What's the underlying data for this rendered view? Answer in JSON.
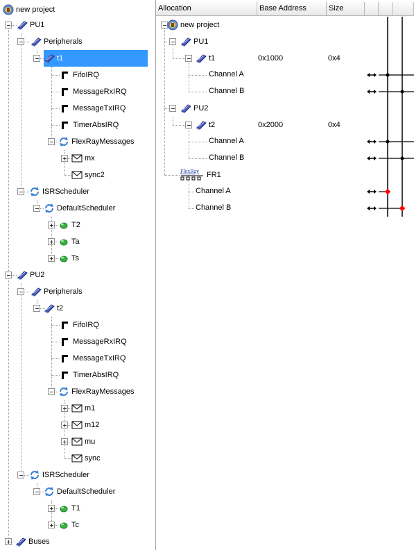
{
  "tree": {
    "root_label": "new project",
    "pu1": {
      "label": "PU1",
      "peripherals": "Peripherals",
      "t1": "t1",
      "irqs": [
        "FifoIRQ",
        "MessageRxIRQ",
        "MessageTxIRQ",
        "TimerAbsIRQ"
      ],
      "flexray": "FlexRayMessages",
      "messages": [
        "mx",
        "sync2"
      ],
      "isr": "ISRScheduler",
      "default_sched": "DefaultScheduler",
      "tasks": [
        "T2",
        "Ta",
        "Ts"
      ]
    },
    "pu2": {
      "label": "PU2",
      "peripherals": "Peripherals",
      "t2": "t2",
      "irqs": [
        "FifoIRQ",
        "MessageRxIRQ",
        "MessageTxIRQ",
        "TimerAbsIRQ"
      ],
      "flexray": "FlexRayMessages",
      "messages": [
        "m1",
        "m12",
        "mu",
        "sync"
      ],
      "isr": "ISRScheduler",
      "default_sched": "DefaultScheduler",
      "tasks": [
        "T1",
        "Tc"
      ]
    },
    "buses": "Buses"
  },
  "alloc": {
    "headers": {
      "allocation": "Allocation",
      "base_address": "Base Address",
      "size": "Size"
    },
    "root_label": "new project",
    "pu1": {
      "label": "PU1",
      "t1": "t1",
      "t1_base": "0x1000",
      "t1_size": "0x4",
      "ch_a": "Channel A",
      "ch_b": "Channel B"
    },
    "pu2": {
      "label": "PU2",
      "t2": "t2",
      "t2_base": "0x2000",
      "t2_size": "0x4",
      "ch_a": "Channel A",
      "ch_b": "Channel B"
    },
    "fr1": {
      "logo": "FlexRay",
      "label": "FR1",
      "ch_a": "Channel A",
      "ch_b": "Channel B"
    }
  },
  "colors": {
    "selection": "#3399ff",
    "bus_line": "#000000",
    "active_node": "#ff0000",
    "task_icon": "#3cb043",
    "pu_icon": "#4a5fc1"
  }
}
